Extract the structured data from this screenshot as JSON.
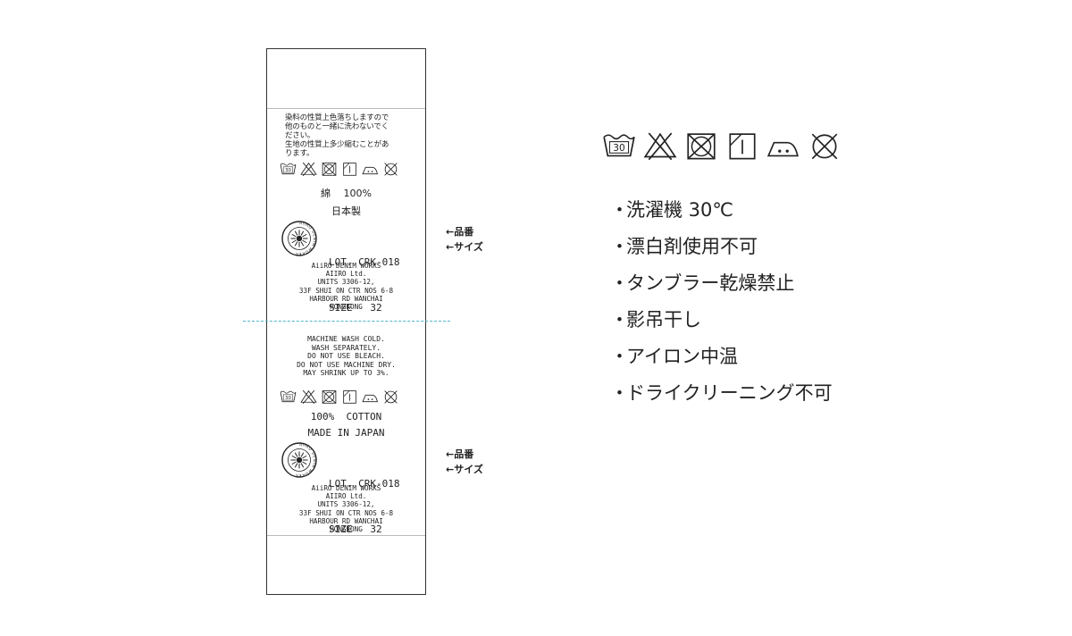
{
  "care_notes_jp": [
    "染料の性質上色落ちしますので",
    "他のものと一緒に洗わないでく",
    "ださい。",
    "生地の性質上多少縮むことがあ",
    "ります。"
  ],
  "care_notes_en": [
    "MACHINE WASH COLD.",
    "WASH SEPARATELY.",
    "DO NOT USE BLEACH.",
    "DO NOT USE MACHINE DRY.",
    "MAY SHRINK UP TO 3%."
  ],
  "wash_temp_label": "30",
  "care_icons": [
    "wash-30-icon",
    "no-bleach-icon",
    "no-tumble-dry-icon",
    "shade-hang-dry-icon",
    "iron-medium-icon",
    "no-dry-clean-icon"
  ],
  "composition_jp": "綿　 100%",
  "origin_jp": "日本製",
  "composition_en": "100%  COTTON",
  "origin_en": "MADE IN JAPAN",
  "lot_line": "LOT. CRK-018",
  "size_line": "SIZE   32",
  "seal_text": "AIIRO DENIM WORKS",
  "address_lines": [
    "AiiRO DENIM WORKS",
    "AIIRO Ltd.",
    "UNITS 3306-12,",
    "33F SHUI ON CTR NOS 6-8",
    "HARBOUR RD WANCHAI",
    "HONGKONG"
  ],
  "pointers": {
    "lot": "←品番",
    "size": "←サイズ"
  },
  "legend_items": [
    "洗濯機 30℃",
    "漂白剤使用不可",
    "タンブラー乾燥禁止",
    "影吊干し",
    "アイロン中温",
    "ドライクリーニング不可"
  ],
  "bullet": "・",
  "colors": {
    "ink": "#222222",
    "border": "#333333",
    "cut_line": "#4fb6cf"
  }
}
